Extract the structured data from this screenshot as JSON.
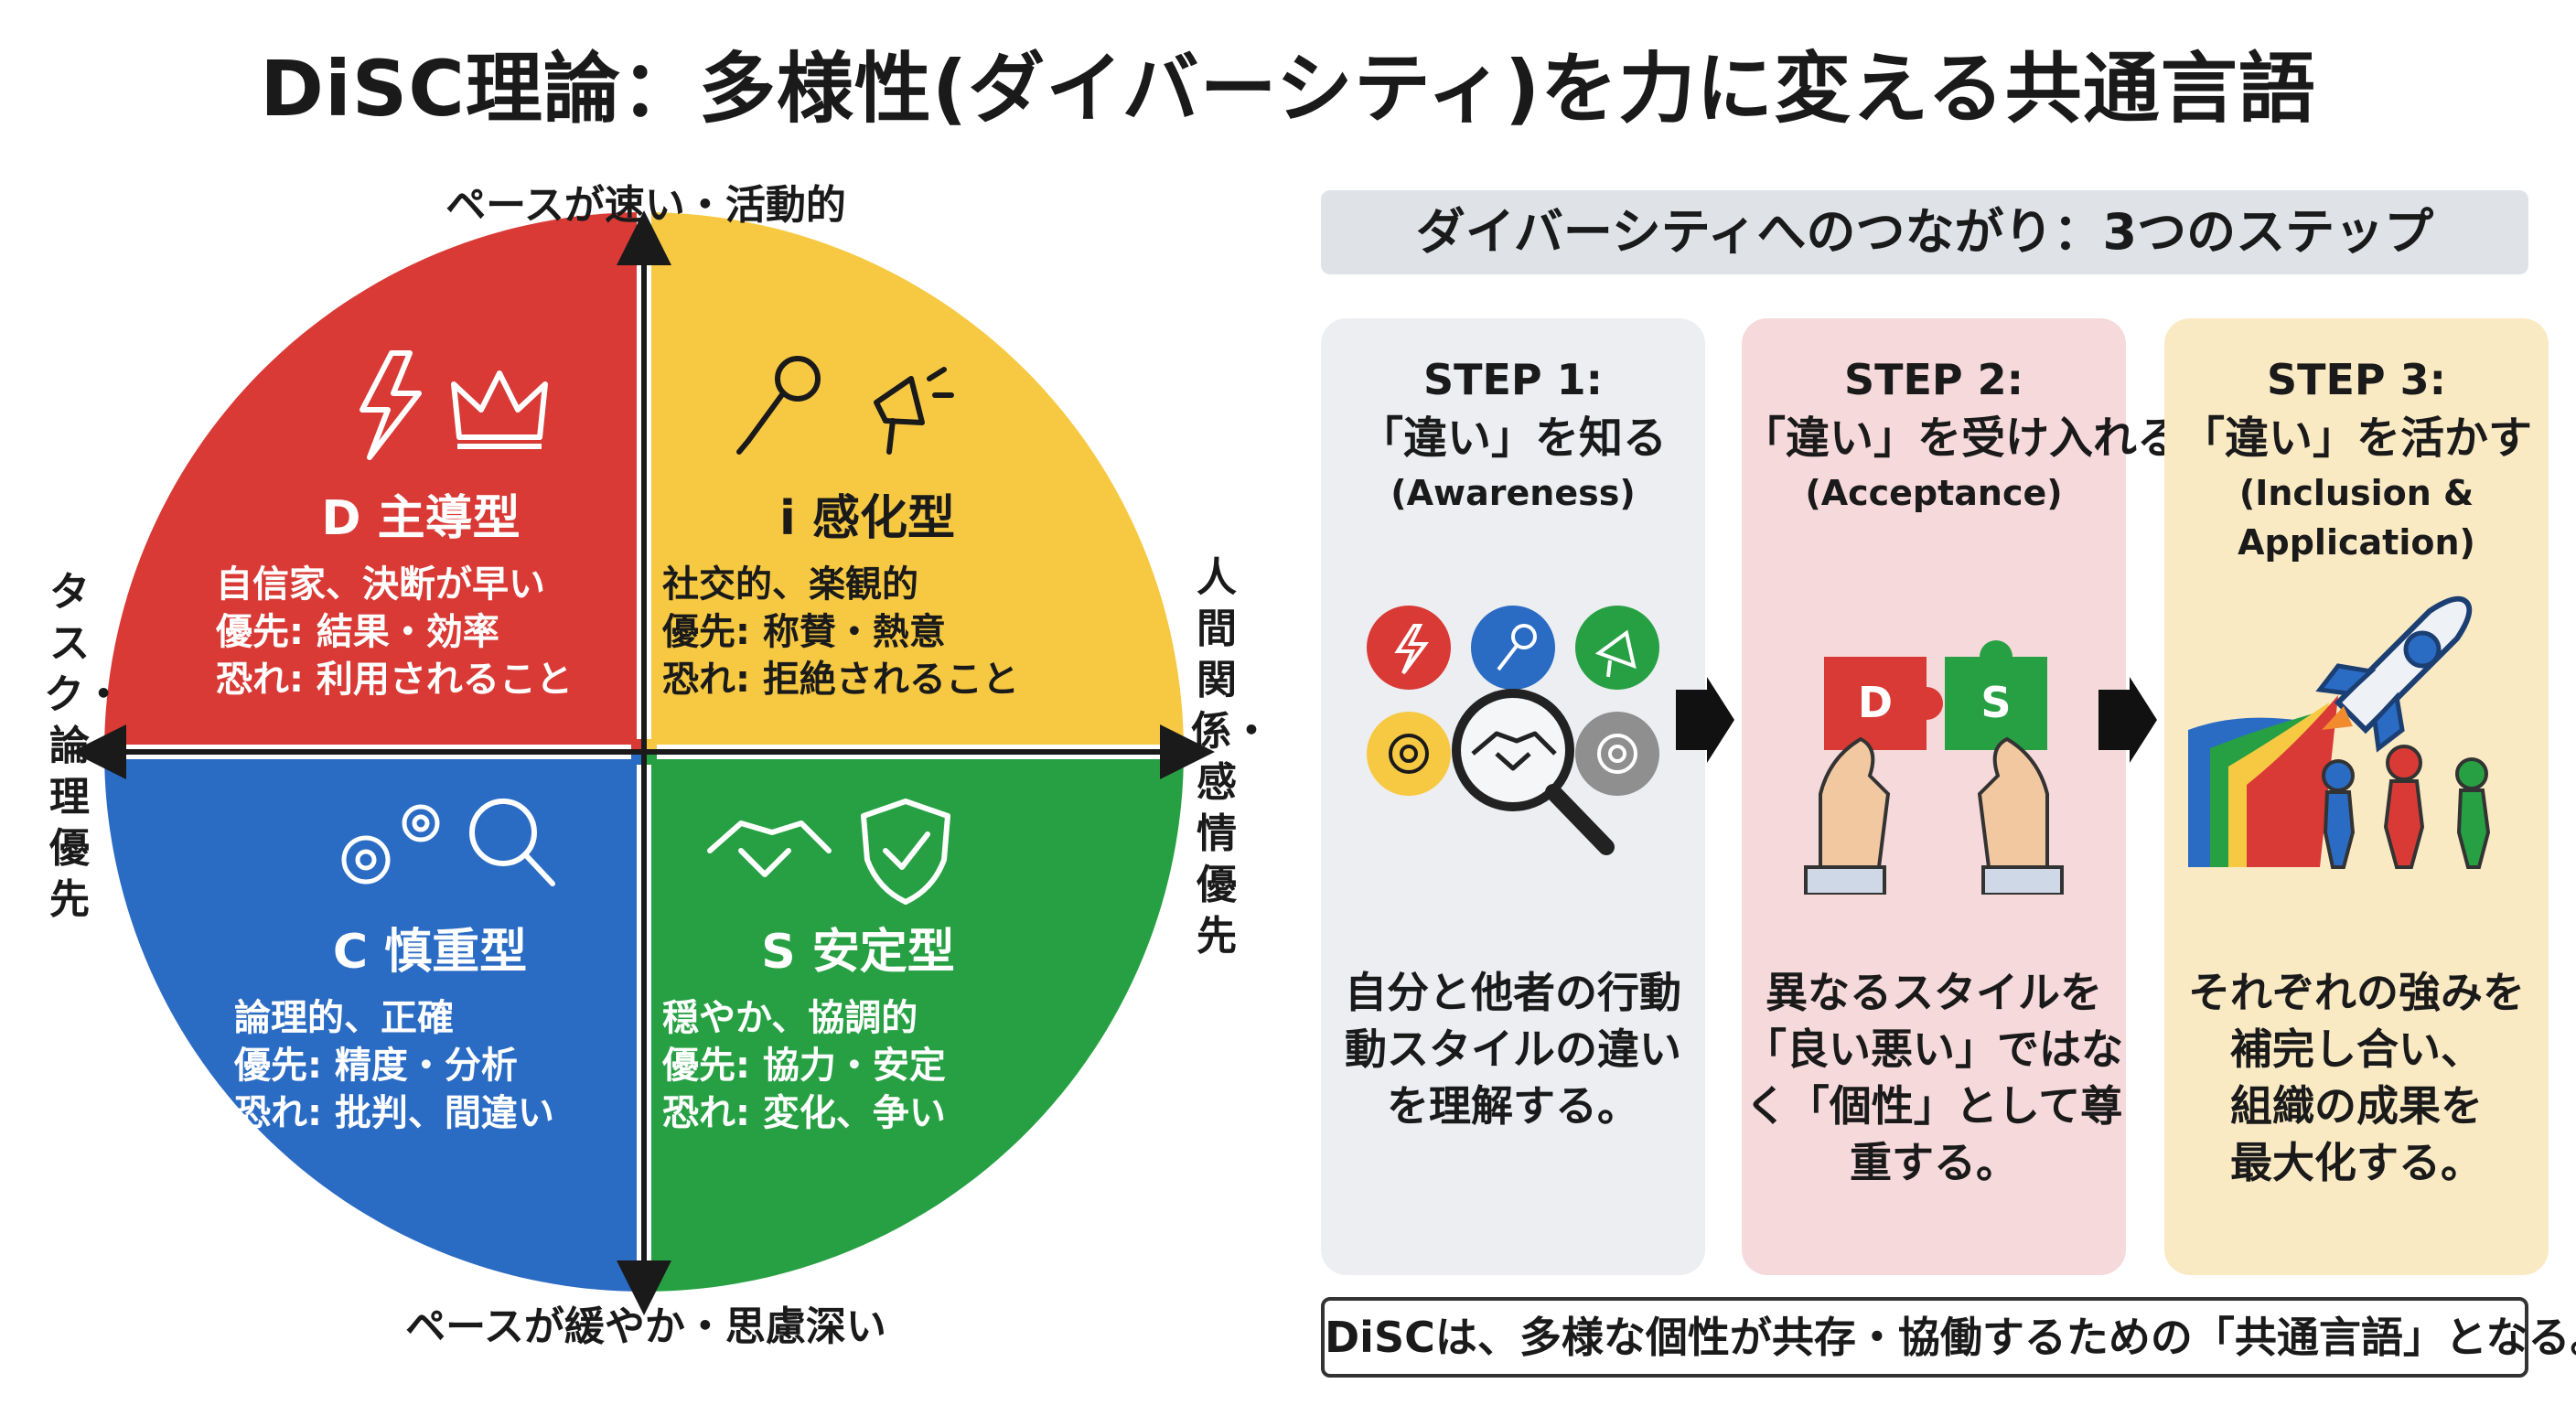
{
  "title": "DiSC理論：多様性(ダイバーシティ)を力に変える共通言語",
  "axes": {
    "top": "ペースが速い・活動的",
    "bottom": "ペースが緩やか・思慮深い",
    "left": "タスク・論理優先",
    "right": "人間関係・感情優先"
  },
  "quadrants": {
    "d": {
      "title": "D 主導型",
      "line1": "自信家、決断が早い",
      "line2": "優先: 結果・効率",
      "line3": "恐れ: 利用されること",
      "color": "#d93a35"
    },
    "i": {
      "title": "i 感化型",
      "line1": "社交的、楽観的",
      "line2": "優先: 称賛・熱意",
      "line3": "恐れ: 拒絶されること",
      "color": "#f7c942"
    },
    "c": {
      "title": "C 慎重型",
      "line1": "論理的、正確",
      "line2": "優先: 精度・分析",
      "line3": "恐れ: 批判、間違い",
      "color": "#2a6bc4"
    },
    "s": {
      "title": "S 安定型",
      "line1": "穏やか、協調的",
      "line2": "優先: 協力・安定",
      "line3": "恐れ: 変化、争い",
      "color": "#27a043"
    }
  },
  "steps_banner": "ダイバーシティへのつながり：3つのステップ",
  "steps": [
    {
      "label": "STEP 1:",
      "title": "「違い」を知る",
      "subtitle": "(Awareness)",
      "desc": "自分と他者の行動\n動スタイルの違い\nを理解する。"
    },
    {
      "label": "STEP 2:",
      "title": "「違い」を受け入れる",
      "subtitle": "(Acceptance)",
      "desc": "異なるスタイルを\n「良い悪い」ではな\nく「個性」として尊\n重する。"
    },
    {
      "label": "STEP 3:",
      "title": "「違い」を活かす",
      "subtitle": "(Inclusion &\nApplication)",
      "desc": "それぞれの強みを\n補完し合い、\n組織の成果を\n最大化する。"
    }
  ],
  "puzzle": {
    "left_letter": "D",
    "right_letter": "S"
  },
  "footer": "DiSCは、多様な個性が共存・協働するための「共通言語」となる。"
}
